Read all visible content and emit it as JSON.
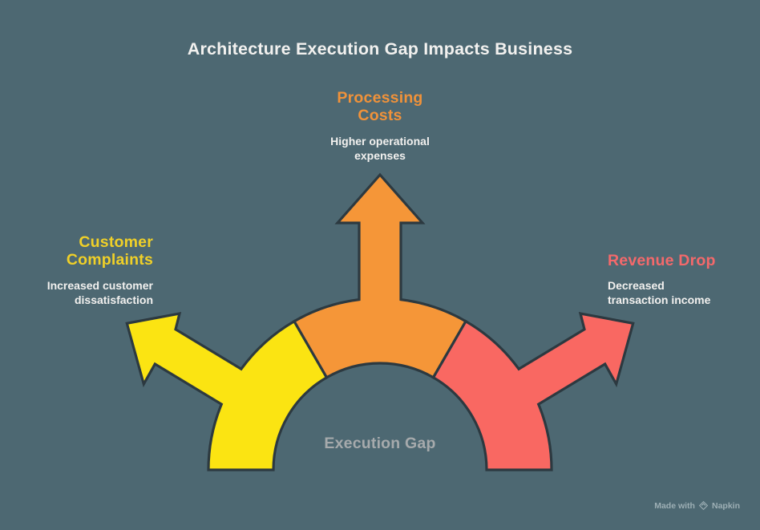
{
  "title": "Architecture Execution Gap Impacts Business",
  "center_label": "Execution Gap",
  "branches": [
    {
      "id": "customer-complaints",
      "heading": "Customer\nComplaints",
      "description": "Increased customer\ndissatisfaction",
      "shape_color": "#FBE412",
      "heading_color": "#F0D028",
      "direction": "up-left"
    },
    {
      "id": "processing-costs",
      "heading": "Processing\nCosts",
      "description": "Higher operational\nexpenses",
      "shape_color": "#F59638",
      "heading_color": "#F0923A",
      "direction": "up"
    },
    {
      "id": "revenue-drop",
      "heading": "Revenue Drop",
      "description": "Decreased\ntransaction income",
      "shape_color": "#F96862",
      "heading_color": "#F4696B",
      "direction": "up-right"
    }
  ],
  "colors": {
    "background": "#4D6872",
    "outline": "#2C3940",
    "title_text": "#F2F1EF",
    "body_text": "#F2F1EF",
    "center_label_text": "#A6AAAC",
    "watermark_text": "#9DAFB5"
  },
  "watermark": {
    "prefix": "Made with",
    "brand": "Napkin",
    "icon": "napkin-logo-icon"
  }
}
